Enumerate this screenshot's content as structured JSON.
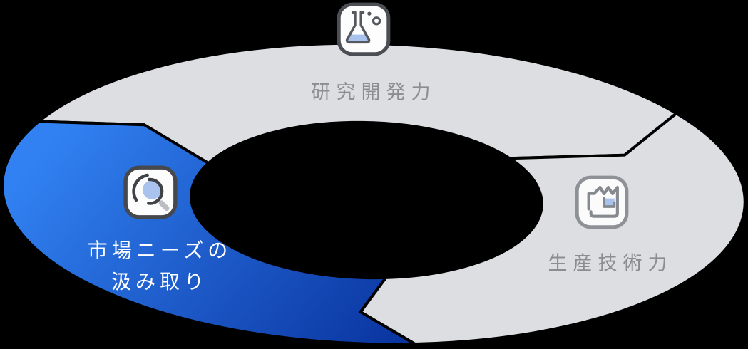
{
  "background_color": "#000000",
  "diagram": {
    "type": "cycle",
    "flow_direction": "clockwise",
    "segments": [
      {
        "id": "research",
        "label": "研究開発力",
        "icon": "flask-icon",
        "fill": "#dcdee2",
        "label_color": "#8a8d92",
        "position": "top"
      },
      {
        "id": "production",
        "label": "生産技術力",
        "icon": "factory-icon",
        "fill": "#dcdee2",
        "label_color": "#8a8d92",
        "position": "right"
      },
      {
        "id": "market",
        "label": "市場ニーズの汲み取り",
        "label_lines": [
          "市場ニーズの",
          "汲み取り"
        ],
        "icon": "search-icon",
        "fill_gradient": {
          "from": "#3181f2",
          "to": "#0a35a0"
        },
        "label_color": "#ffffff",
        "position": "left",
        "emphasized": true
      }
    ],
    "icon_accent_color": "#a9c2ee",
    "gap_color": "#000000"
  }
}
